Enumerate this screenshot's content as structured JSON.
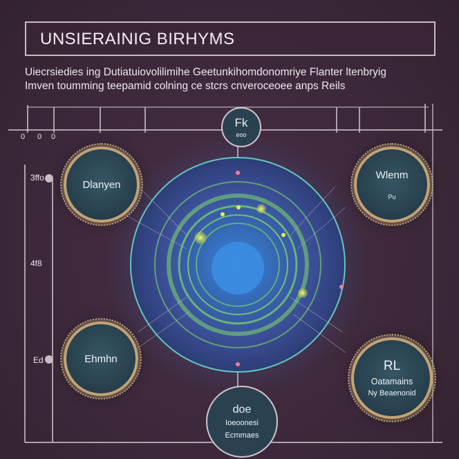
{
  "title": "UNSIERAINIG BIRHYMS",
  "subtitle_line1": "Uiecrsiedies ing Dutiatuiovolilimihe Geetunkihomdonomriye Flanter ltenbryig",
  "subtitle_line2": "Imven toumming teepamid colning ce stcrs cnveroceoee anps Reils",
  "top_node": {
    "symbol": "Fk",
    "caption": "eoo"
  },
  "bottom_node": {
    "line1": "doe",
    "line2": "Ioeoonesi",
    "line3": "Ecmmaes"
  },
  "dials": {
    "top_left": {
      "label": "Dlanyen"
    },
    "top_right": {
      "label": "Wlenm",
      "sub": "Pu"
    },
    "bottom_left": {
      "label": "Ehmhn"
    },
    "bottom_right": {
      "line1": "RL",
      "line2": "Oatamains",
      "line3": "Ny Beaenonid"
    }
  },
  "left_axis": {
    "label_top": "3ffo",
    "label_mid": "4f8",
    "label_bot": "Ed"
  },
  "axis_ticks": [
    "0",
    "0",
    "0"
  ],
  "colors": {
    "background": "#3f2a3d",
    "dial_face": "#29424f",
    "dial_rim": "#c1a376",
    "core_blue": "#3b7fd0",
    "ring_green": "#7fd86a",
    "orb_yellow": "#e6ec57"
  }
}
